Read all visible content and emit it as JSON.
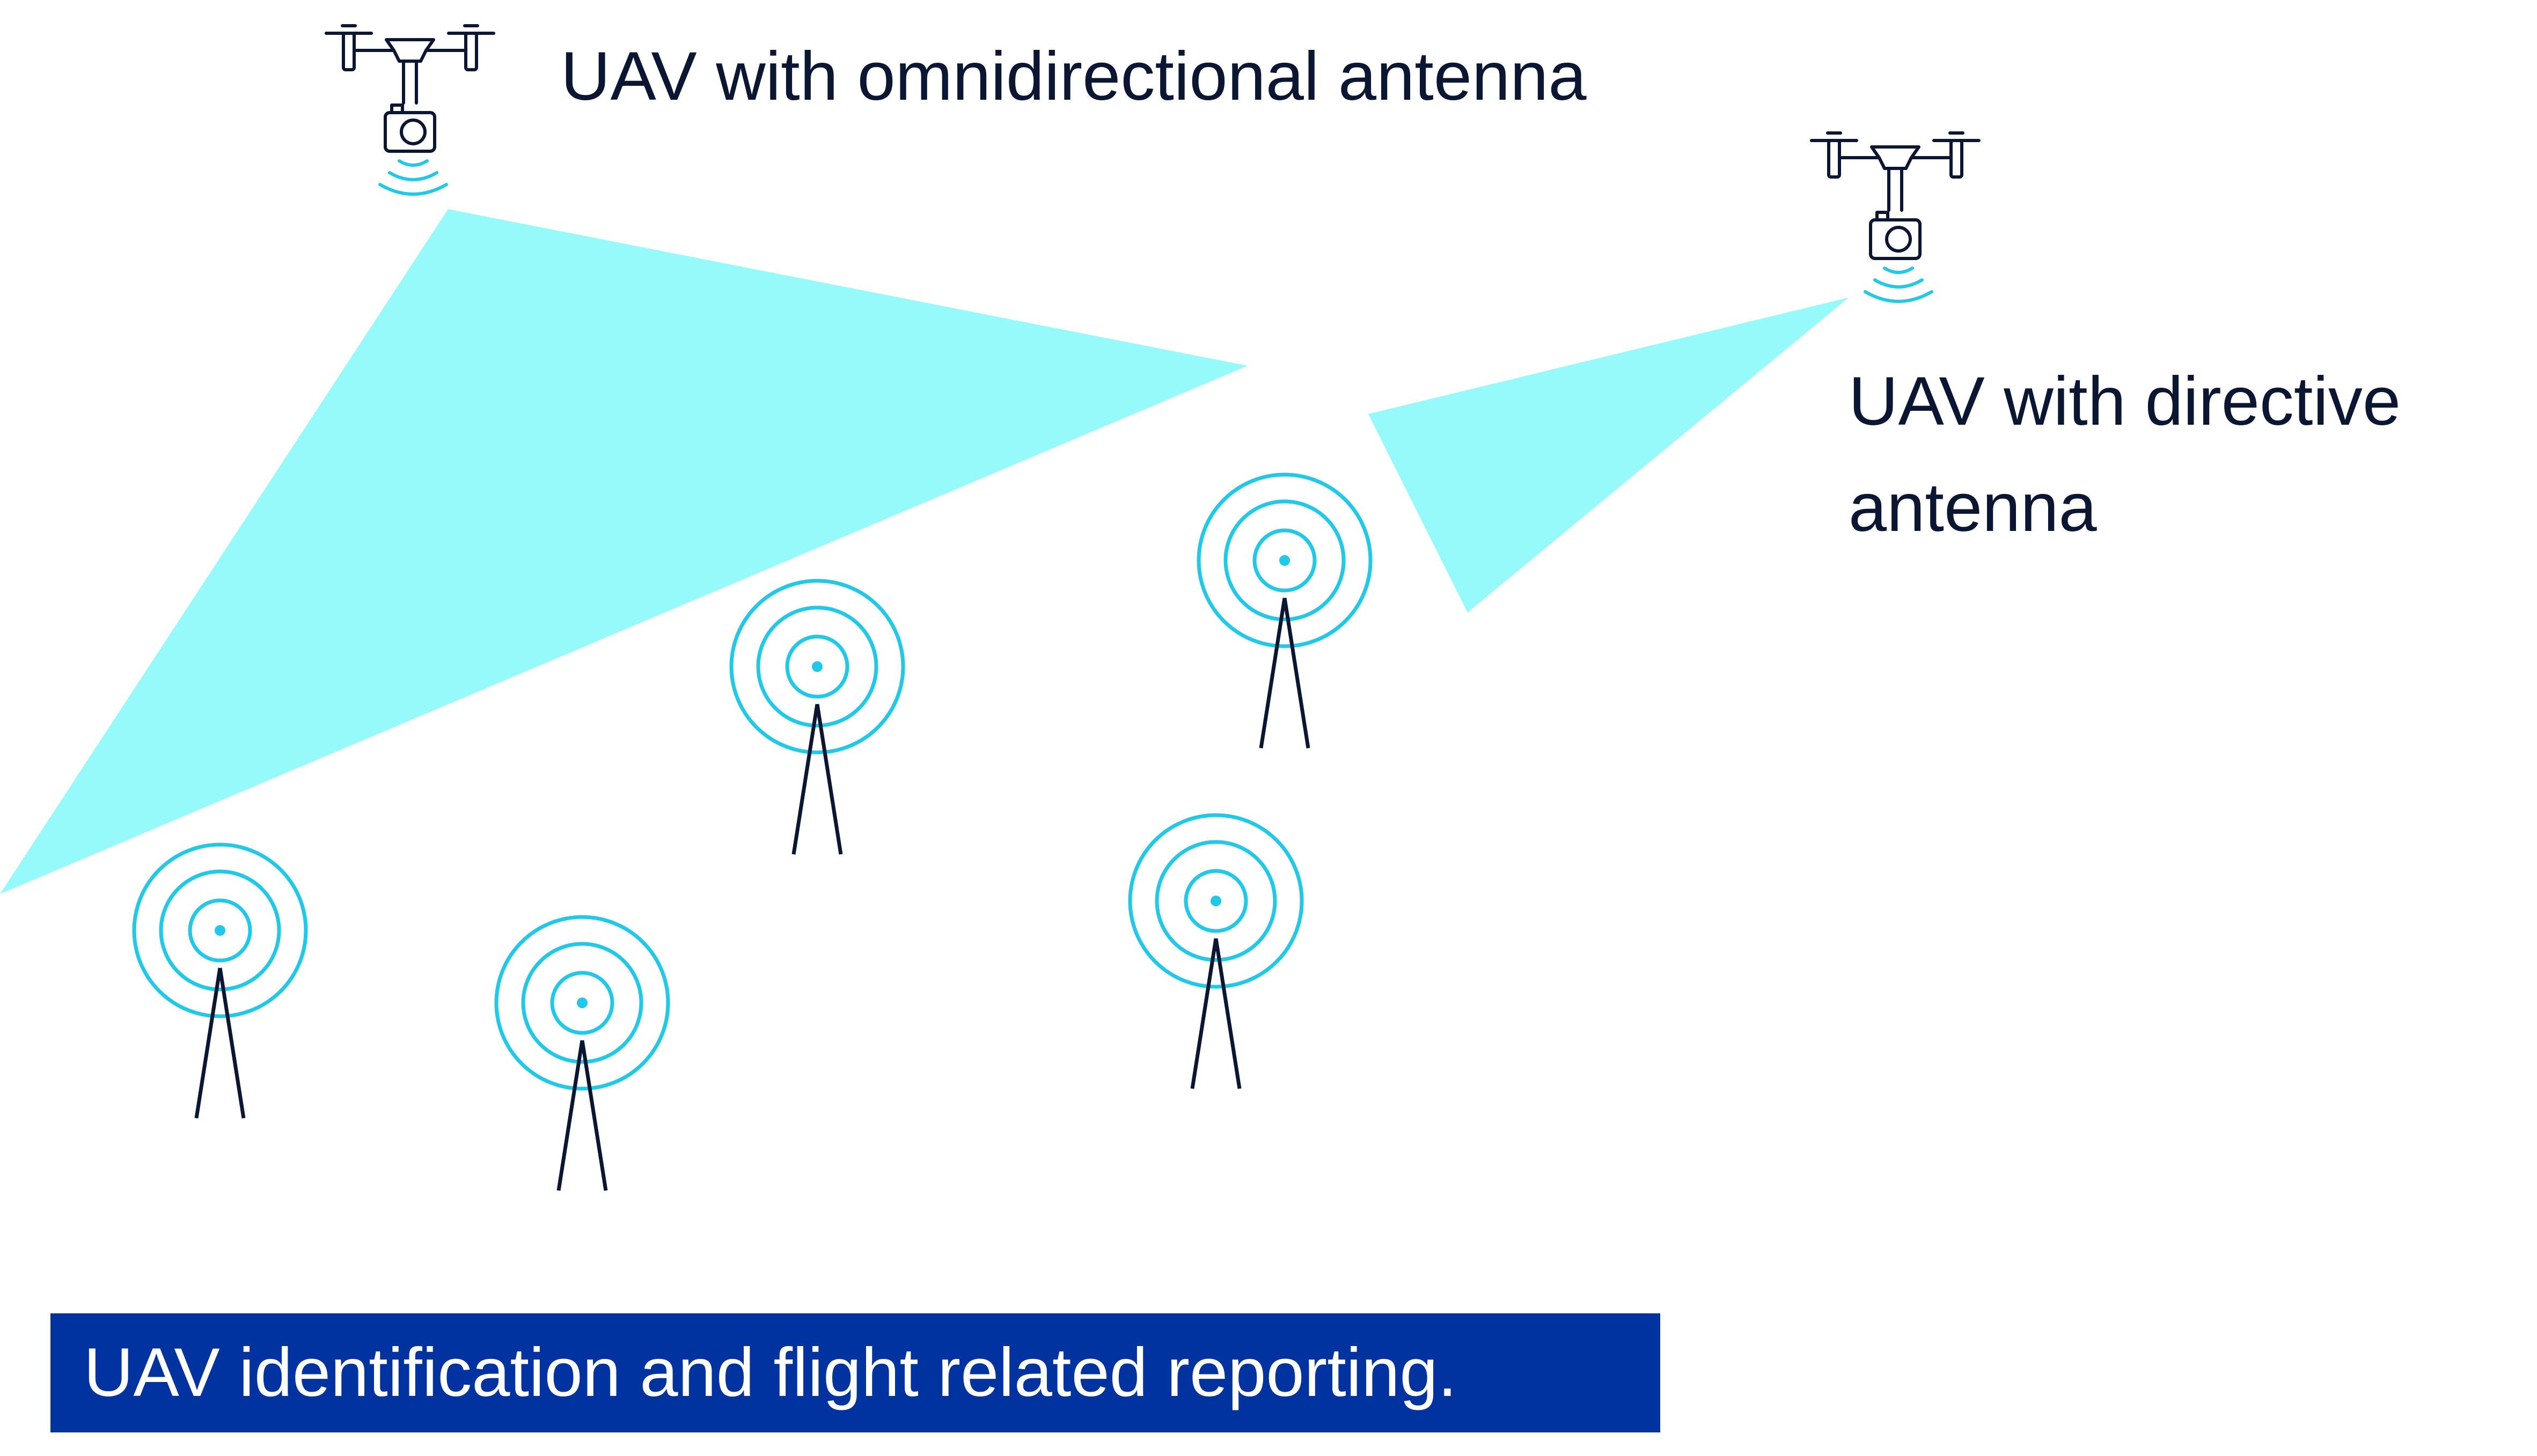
{
  "labels": {
    "omni_uav": "UAV with omnidirectional antenna",
    "directive_uav_line1": "UAV with directive",
    "directive_uav_line2": "antenna",
    "banner": "UAV identification and flight related reporting."
  },
  "icons": {
    "uav": "drone-with-camera-icon",
    "ground_station": "radio-tower-icon"
  },
  "colors": {
    "beam_fill": "#96f9fa",
    "signal_cyan": "#22c8e8",
    "tower_line": "#0b1633",
    "text": "#0b1633",
    "banner_bg": "#0033a0",
    "banner_text": "#ffffff"
  }
}
